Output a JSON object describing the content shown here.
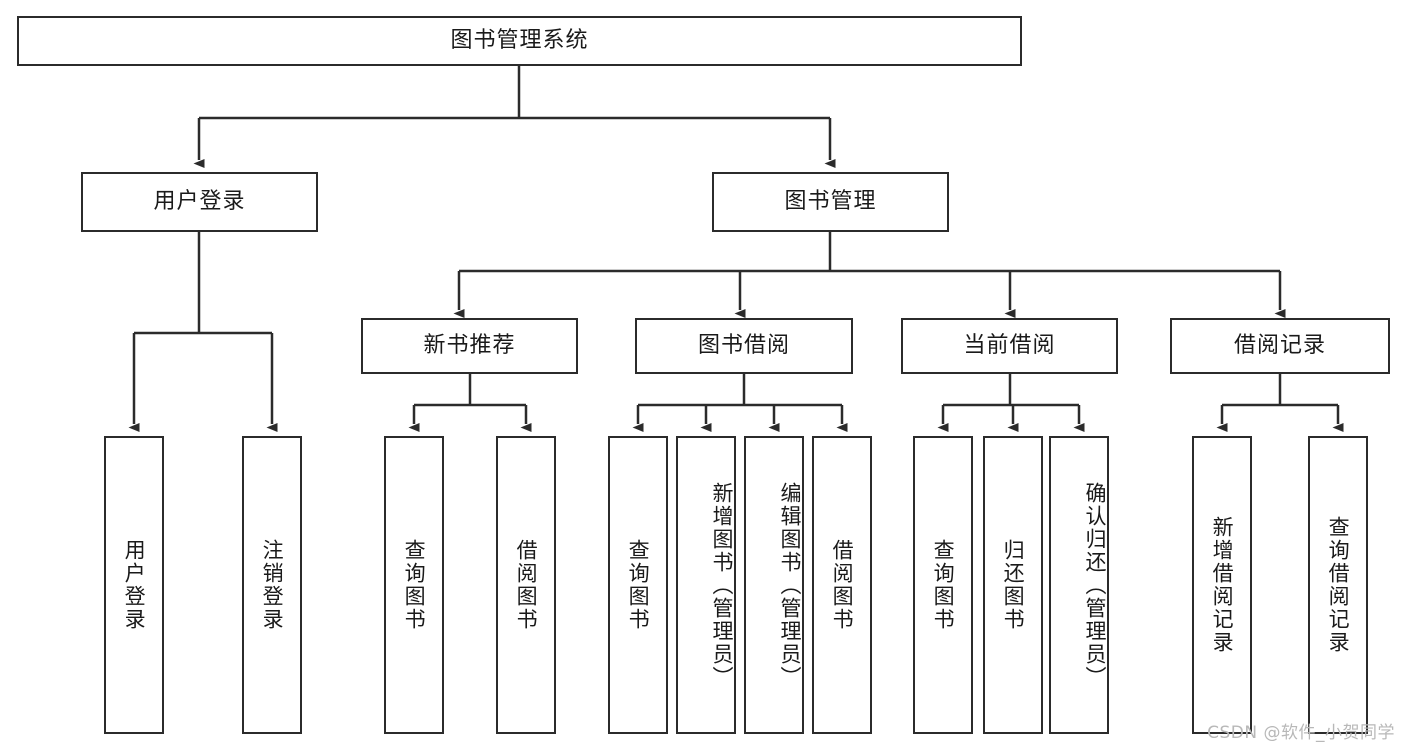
{
  "diagram": {
    "title_node": {
      "label": "图书管理系统"
    },
    "level1": [
      {
        "id": "user-login",
        "label": "用户登录"
      },
      {
        "id": "book-management",
        "label": "图书管理"
      }
    ],
    "level2": [
      {
        "id": "new-book-recommend",
        "label": "新书推荐"
      },
      {
        "id": "book-borrow",
        "label": "图书借阅"
      },
      {
        "id": "current-borrow",
        "label": "当前借阅"
      },
      {
        "id": "borrow-record",
        "label": "借阅记录"
      }
    ],
    "leaves": [
      {
        "id": "leaf-user-login",
        "label": "用户登录"
      },
      {
        "id": "leaf-logout-login",
        "label": "注销登录"
      },
      {
        "id": "leaf-query-book-1",
        "label": "查询图书"
      },
      {
        "id": "leaf-borrow-book-1",
        "label": "借阅图书"
      },
      {
        "id": "leaf-query-book-2",
        "label": "查询图书"
      },
      {
        "id": "leaf-add-book-admin",
        "label": "新增图书（管理员）"
      },
      {
        "id": "leaf-edit-book-admin",
        "label": "编辑图书（管理员）"
      },
      {
        "id": "leaf-borrow-book-2",
        "label": "借阅图书"
      },
      {
        "id": "leaf-query-book-3",
        "label": "查询图书"
      },
      {
        "id": "leaf-return-book",
        "label": "归还图书"
      },
      {
        "id": "leaf-confirm-return-admin",
        "label": "确认归还（管理员）"
      },
      {
        "id": "leaf-add-borrow-record",
        "label": "新增借阅记录"
      },
      {
        "id": "leaf-query-borrow-record",
        "label": "查询借阅记录"
      }
    ]
  },
  "watermark": {
    "text": "CSDN @软件_小贺同学"
  },
  "colors": {
    "stroke": "#2b2b2b",
    "text": "#1a1a1a",
    "background": "#ffffff",
    "watermark": "#b8b8b8"
  }
}
